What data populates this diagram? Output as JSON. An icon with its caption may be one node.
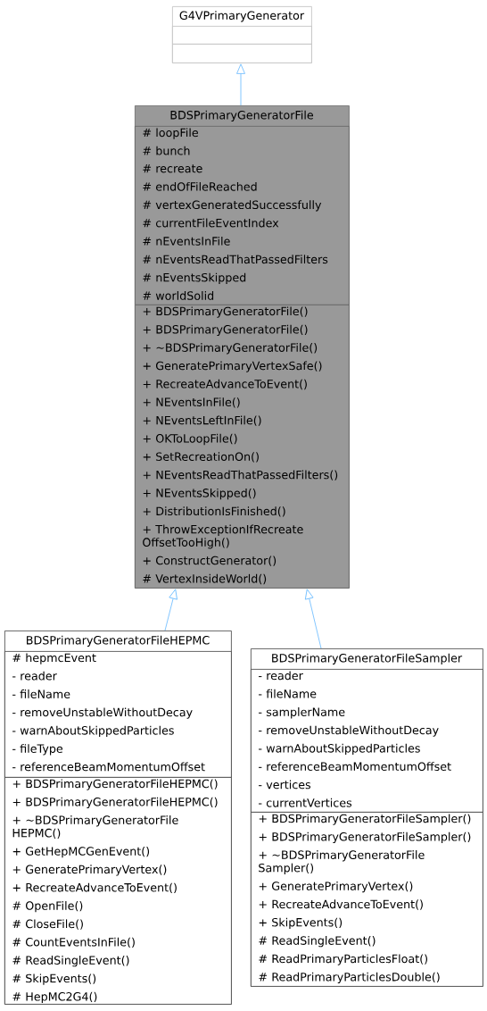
{
  "diagram": {
    "nodes": [
      {
        "text": [
          "G4VPrimaryGenerator"
        ]
      },
      {
        "text": [],
        "shape": "box",
        "in": 0
      },
      {
        "text": [],
        "shape": "box",
        "in": 0
      },
      {
        "text": [
          "BDSPrimaryGeneratorFile"
        ]
      },
      {
        "text": [
          "# loopFile",
          "# bunch",
          "# recreate",
          "# endOfFileReached",
          "# vertexGeneratedSuccessfully",
          "# currentFileEventIndex",
          "# nEventsInFile",
          "# nEventsReadThatPassedFilters",
          "# nEventsSkipped",
          "# worldSolid"
        ],
        "in": 3
      },
      {
        "text": [
          "+ BDSPrimaryGeneratorFile()",
          "+ BDSPrimaryGeneratorFile()",
          "+ ~BDSPrimaryGeneratorFile()",
          "+ GeneratePrimaryVertexSafe()",
          "+ RecreateAdvanceToEvent()",
          "+ NEventsInFile()",
          "+ NEventsLeftInFile()",
          "+ OKToLoopFile()",
          "+ SetRecreationOn()",
          "+ NEventsReadThatPassedFilters()",
          "+ NEventsSkipped()",
          "+ DistributionIsFinished()",
          "+ ThrowExceptionIfRecreate OffsetTooHigh()",
          "+ ConstructGenerator()",
          "# VertexInsideWorld()"
        ],
        "in": 3
      },
      {
        "text": [
          "BDSPrimaryGeneratorFileHEPMC"
        ]
      },
      {
        "text": [
          "# hepmcEvent",
          "- reader",
          "- fileName",
          "- removeUnstableWithoutDecay",
          "- warnAboutSkippedParticles",
          "- fileType",
          "- referenceBeamMomentumOffset"
        ],
        "in": 6
      },
      {
        "text": [
          "+ BDSPrimaryGeneratorFileHEPMC()",
          "+ BDSPrimaryGeneratorFileHEPMC()",
          "+ ~BDSPrimaryGeneratorFile HEPMC()",
          "+ GetHepMCGenEvent()",
          "+ GeneratePrimaryVertex()",
          "+ RecreateAdvanceToEvent()",
          "# OpenFile()",
          "# CloseFile()",
          "# CountEventsInFile()",
          "# ReadSingleEvent()",
          "# SkipEvents()",
          "# HepMC2G4()"
        ],
        "in": 6
      },
      {
        "text": [
          "BDSPrimaryGeneratorFileSampler"
        ]
      },
      {
        "text": [
          "- reader",
          "- fileName",
          "- samplerName",
          "- removeUnstableWithoutDecay",
          "- warnAboutSkippedParticles",
          "- referenceBeamMomentumOffset",
          "- vertices",
          "- currentVertices"
        ],
        "in": 9
      },
      {
        "text": [
          "+ BDSPrimaryGeneratorFileSampler()",
          "+ BDSPrimaryGeneratorFileSampler()",
          "+ ~BDSPrimaryGeneratorFile Sampler()",
          "+ GeneratePrimaryVertex()",
          "+ RecreateAdvanceToEvent()",
          "+ SkipEvents()",
          "# ReadSingleEvent()",
          "# ReadPrimaryParticlesFloat()",
          "# ReadPrimaryParticlesDouble()"
        ],
        "in": 9
      }
    ],
    "edges": [
      {
        "from": 3,
        "to": 0,
        "arrow": "to"
      },
      {
        "from": 6,
        "to": 3,
        "arrow": "to"
      },
      {
        "from": 9,
        "to": 3,
        "arrow": "to"
      }
    ]
  }
}
